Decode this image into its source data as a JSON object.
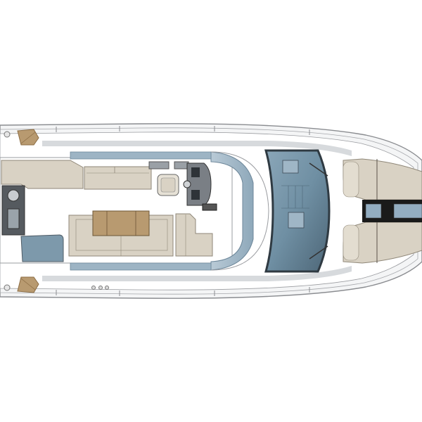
{
  "figure": {
    "type": "yacht-deck-plan",
    "view": "top-down",
    "orientation": "bow-right",
    "background": "#ffffff",
    "colors": {
      "hull_outline": "#8a8c90",
      "deck": "#ffffff",
      "deck_shade": "#e6e8ea",
      "cushion": "#d9d2c4",
      "cushion_edge": "#8f8778",
      "teak": "#b89a70",
      "teak_dark": "#8c6d44",
      "glass": "#6f8fa3",
      "glass_dark": "#3c4a55",
      "hardtop_band": "#9db4c4",
      "hatch_black": "#1a1a1a",
      "hatch_blue": "#93adc1"
    },
    "zones": [
      {
        "id": "swim-platform-steps",
        "label": ""
      },
      {
        "id": "aft-galley",
        "label": ""
      },
      {
        "id": "cockpit-sofa",
        "label": ""
      },
      {
        "id": "dining-table",
        "label": ""
      },
      {
        "id": "helm-station",
        "label": ""
      },
      {
        "id": "windshield",
        "label": ""
      },
      {
        "id": "bow-sunpad",
        "label": ""
      },
      {
        "id": "anchor-hatch",
        "label": ""
      }
    ]
  }
}
